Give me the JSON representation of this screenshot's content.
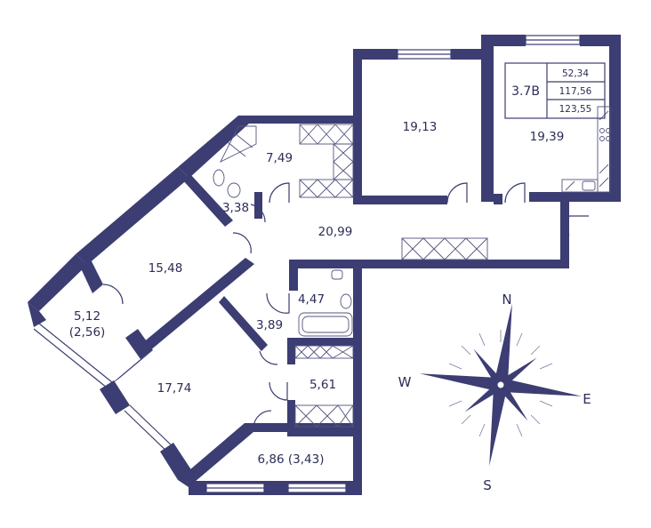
{
  "unit": {
    "code": "3.7B",
    "stats": [
      "52,34",
      "117,56",
      "123,55"
    ]
  },
  "rooms": [
    {
      "id": "bedroom-top",
      "area": "19,13"
    },
    {
      "id": "kitchen",
      "area": "19,39"
    },
    {
      "id": "room-small",
      "area": "7,49"
    },
    {
      "id": "wc",
      "area": "3,38"
    },
    {
      "id": "hall",
      "area": "20,99"
    },
    {
      "id": "bedroom-left",
      "area": "15,48"
    },
    {
      "id": "loggia-left",
      "area": "5,12",
      "sub": "(2,56)"
    },
    {
      "id": "bathroom",
      "area": "4,47"
    },
    {
      "id": "corridor",
      "area": "3,89"
    },
    {
      "id": "living",
      "area": "17,74"
    },
    {
      "id": "storage",
      "area": "5,61"
    },
    {
      "id": "loggia-bottom",
      "area": "6,86 (3,43)"
    }
  ],
  "compass": {
    "n": "N",
    "s": "S",
    "e": "E",
    "w": "W"
  },
  "colors": {
    "wall": "#3c3d72",
    "text": "#2b2d56"
  }
}
